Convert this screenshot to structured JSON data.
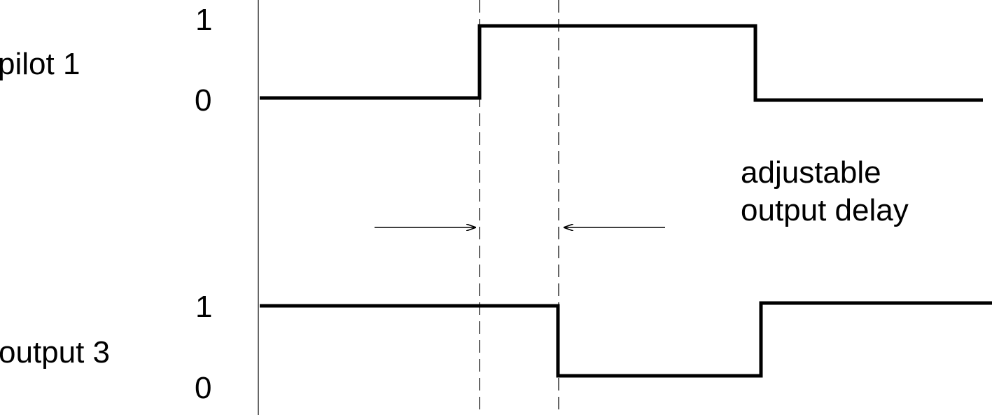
{
  "diagram": {
    "signals": [
      {
        "name": "pilot 1",
        "level_high_label": "1",
        "level_low_label": "0",
        "states": [
          "0",
          "1",
          "0"
        ]
      },
      {
        "name": "output 3",
        "level_high_label": "1",
        "level_low_label": "0",
        "states": [
          "1",
          "0",
          "1"
        ]
      }
    ],
    "annotation": {
      "line1": "adjustable",
      "line2": "output delay"
    },
    "colors": {
      "line": "#000000",
      "background": "#ffffff"
    }
  }
}
